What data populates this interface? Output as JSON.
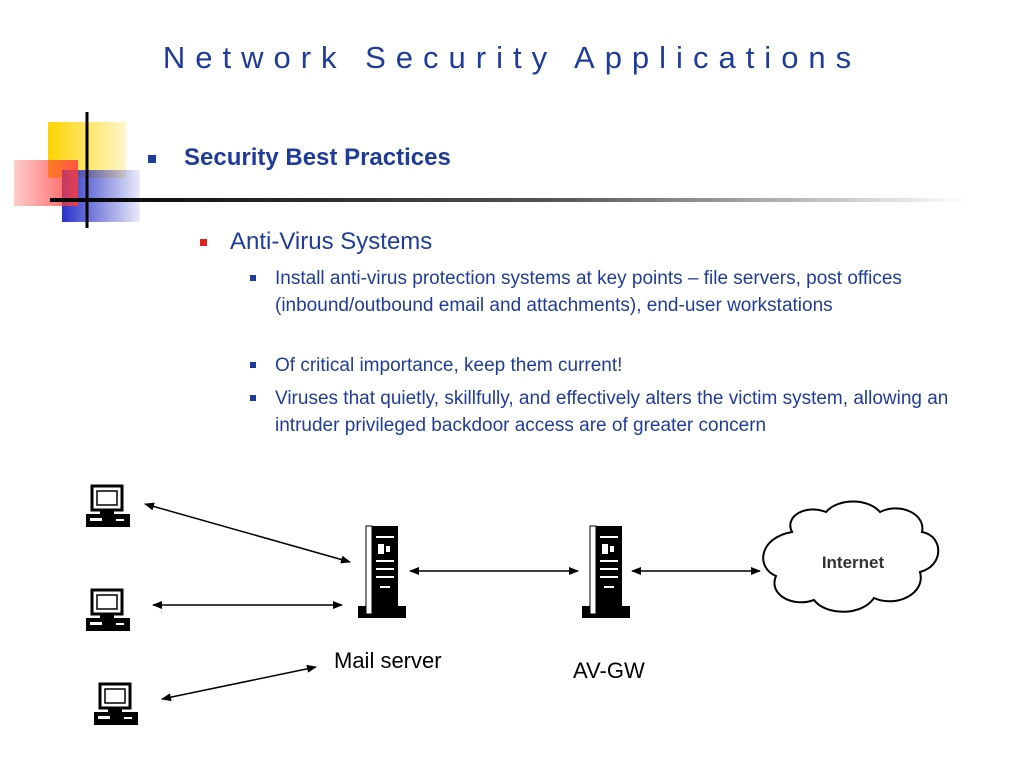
{
  "slide": {
    "title": "Network Security Applications"
  },
  "bullets": {
    "level1": "Security Best Practices",
    "level2": "Anti-Virus Systems",
    "items": [
      "Install anti-virus protection systems at key points – file servers, post offices (inbound/outbound email and attachments), end-user workstations",
      "Of critical importance, keep them current!",
      "Viruses that quietly, skillfully, and effectively alters the victim system, allowing an intruder privileged backdoor access are of greater concern"
    ]
  },
  "diagram": {
    "mail_server_label": "Mail server",
    "av_gw_label": "AV-GW",
    "internet_label": "Internet"
  },
  "colors": {
    "title": "#1f3c9c",
    "bullet_red": "#e0201a",
    "deco_yellow": "#ffd400",
    "deco_blue": "#2a33c8",
    "deco_red": "#ff3b3b"
  }
}
